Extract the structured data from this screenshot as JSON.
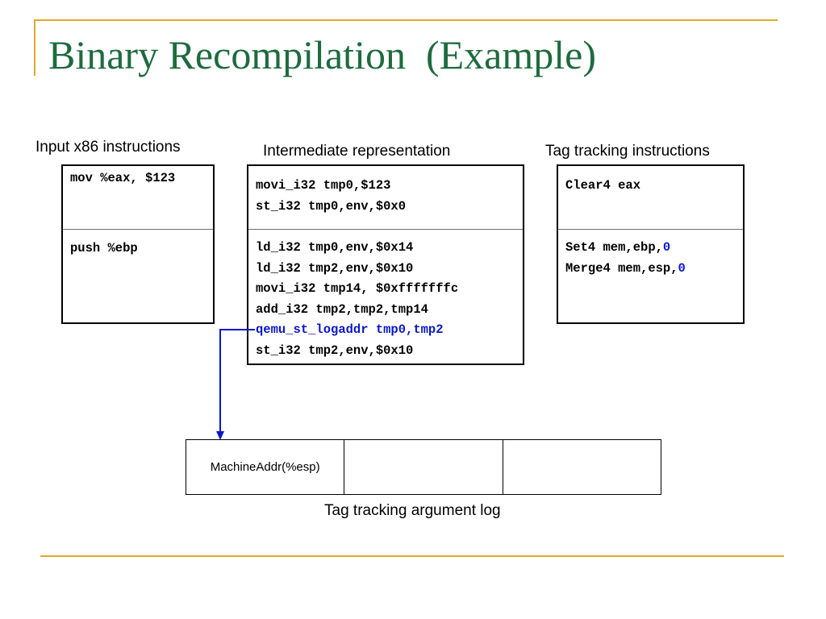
{
  "slide": {
    "title": "Binary Recompilation  (Example)"
  },
  "columns": {
    "input": {
      "label": "Input x86 instructions",
      "groups": [
        {
          "lines": [
            {
              "text": "mov %eax, $123"
            }
          ]
        },
        {
          "lines": [
            {
              "text": "push %ebp"
            }
          ]
        }
      ]
    },
    "ir": {
      "label": "Intermediate representation",
      "groups": [
        {
          "lines": [
            {
              "text": "movi_i32 tmp0,$123"
            },
            {
              "text": "st_i32 tmp0,env,$0x0"
            }
          ]
        },
        {
          "lines": [
            {
              "text": "ld_i32 tmp0,env,$0x14"
            },
            {
              "text": "ld_i32 tmp2,env,$0x10"
            },
            {
              "text": "movi_i32 tmp14, $0xfffffffc"
            },
            {
              "text": "add_i32 tmp2,tmp2,tmp14"
            },
            {
              "text": "qemu_st_logaddr tmp0,tmp2",
              "highlight": true
            },
            {
              "text": "st_i32 tmp2,env,$0x10"
            }
          ]
        }
      ]
    },
    "tag": {
      "label": "Tag tracking instructions",
      "groups": [
        {
          "lines": [
            {
              "text": "Clear4 eax"
            }
          ]
        },
        {
          "lines": [
            {
              "text": "Set4 mem,ebp,",
              "suffix": "0"
            },
            {
              "text": "Merge4 mem,esp,",
              "suffix": "0"
            }
          ]
        }
      ]
    }
  },
  "argument_log": {
    "cells": [
      "MachineAddr(%esp)",
      "",
      ""
    ],
    "caption": "Tag tracking argument log"
  },
  "colors": {
    "title": "#1e6b3e",
    "accent_line": "#e0a92a",
    "highlight": "#0a17c8"
  }
}
